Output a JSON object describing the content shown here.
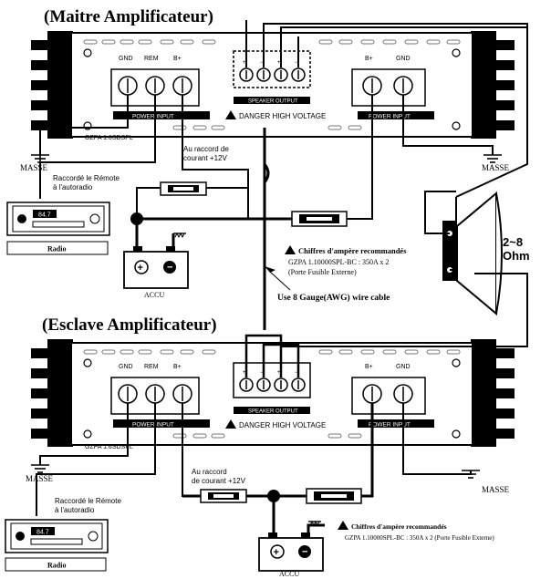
{
  "master": {
    "heading": "(Maitre Amplificateur)",
    "terminals": {
      "gnd": "GND",
      "rem": "REM",
      "bplus": "B+"
    },
    "power_input": "POWER INPUT",
    "speaker_output": "SPEAKER OUTPUT",
    "danger": "DANGER HIGH VOLTAGE",
    "model": "GZPA 1.6SDSPL"
  },
  "slave": {
    "heading": "(Esclave Amplificateur)",
    "terminals": {
      "gnd": "GND",
      "rem": "REM",
      "bplus": "B+"
    },
    "power_input": "POWER INPUT",
    "speaker_output": "SPEAKER OUTPUT",
    "danger": "DANGER HIGH VOLTAGE",
    "model": "GZPA 1.6SDSPL"
  },
  "labels": {
    "masse": "MASSE",
    "remote_line1": "Raccordé le Rémote",
    "remote_line2": "à l'autoradio",
    "radio": "Radio",
    "radio_display": "84.7",
    "accu": "ACCU",
    "current_line1": "Au raccord de",
    "current_line2": "courant +12V",
    "slave_current_line1": "Au raccord",
    "slave_current_line2": "de courant +12V",
    "fuse_title": "Chiffres d'ampère recommandés",
    "fuse_spec_line1": "GZPA 1.10000SPL-BC : 350A x 2",
    "fuse_spec_line2": "(Porte Fusible Externe)",
    "slave_fuse_spec": "GZPA 1.10000SPL-BC : 350A x 2 (Porte Fusible Externe)",
    "gauge": "Use 8 Gauge(AWG) wire cable",
    "ohm_top": "2~8",
    "ohm_bottom": "Ohm"
  }
}
